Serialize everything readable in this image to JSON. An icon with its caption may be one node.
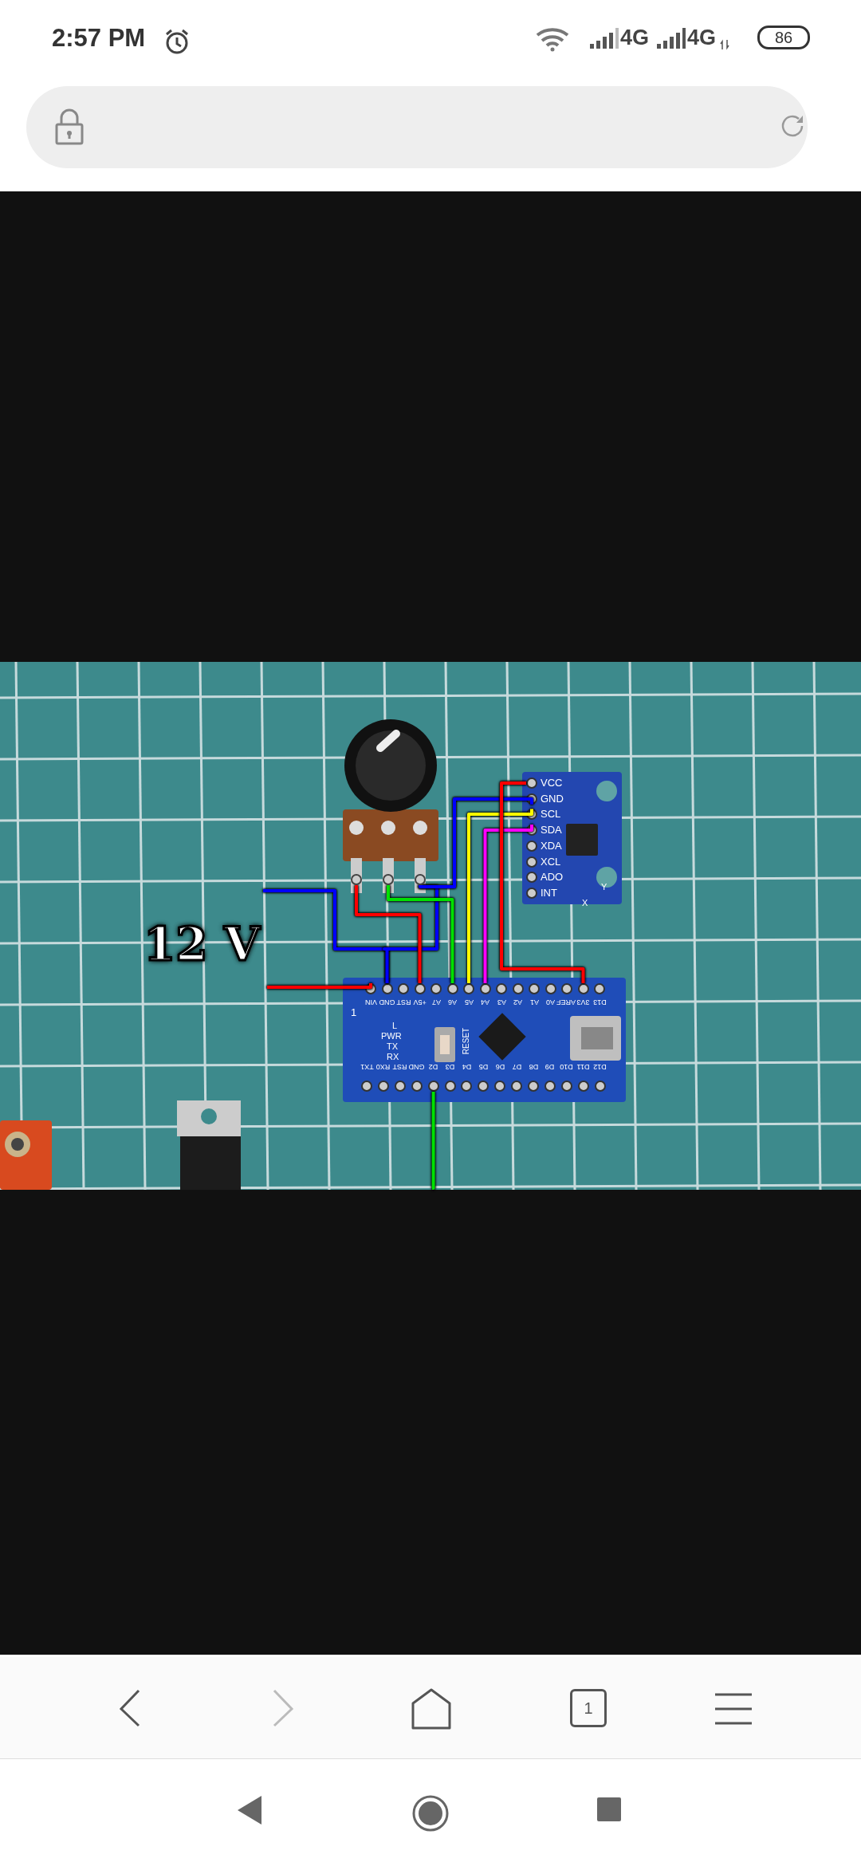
{
  "diagram": {
    "nodes": [
      {
        "text": [],
        "shape": "picture"
      },
      {
        "text": [],
        "shape": "circle"
      },
      {
        "text": [],
        "shape": "circle"
      },
      {
        "text": [],
        "shape": "circle"
      },
      {
        "text": [],
        "shape": "picture"
      },
      {
        "text": [
          "VCC"
        ],
        "in": 4
      },
      {
        "text": [
          "GND"
        ],
        "in": 4
      },
      {
        "text": [
          "SCL"
        ],
        "in": 4
      },
      {
        "text": [
          "SDA"
        ],
        "in": 4
      },
      {
        "text": [
          "XDA"
        ],
        "in": 4
      },
      {
        "text": [
          "XCL"
        ],
        "in": 4
      },
      {
        "text": [
          "ADO"
        ],
        "in": 4
      },
      {
        "text": [
          "INT"
        ],
        "in": 4
      },
      {
        "text": [],
        "shape": "picture"
      },
      {
        "text": [
          "VIN"
        ],
        "in": 13
      },
      {
        "text": [
          "GND"
        ],
        "in": 13
      },
      {
        "text": [
          "RST"
        ],
        "in": 13
      },
      {
        "text": [
          "+5V"
        ],
        "in": 13
      },
      {
        "text": [
          "A7"
        ],
        "in": 13
      },
      {
        "text": [
          "A6"
        ],
        "in": 13
      },
      {
        "text": [
          "A5"
        ],
        "in": 13
      },
      {
        "text": [
          "A4"
        ],
        "in": 13
      },
      {
        "text": [
          "A3"
        ],
        "in": 13
      },
      {
        "text": [
          "A2"
        ],
        "in": 13
      },
      {
        "text": [
          "A1"
        ],
        "in": 13
      },
      {
        "text": [
          "A0"
        ],
        "in": 13
      },
      {
        "text": [
          "AREF"
        ],
        "in": 13
      },
      {
        "text": [
          "3V3"
        ],
        "in": 13
      },
      {
        "text": [
          "D13"
        ],
        "in": 13
      },
      {
        "text": [
          "TX1"
        ],
        "in": 13
      },
      {
        "text": [
          "RX0"
        ],
        "in": 13
      },
      {
        "text": [
          "RST"
        ],
        "in": 13
      },
      {
        "text": [
          "GND"
        ],
        "in": 13
      },
      {
        "text": [
          "D2"
        ],
        "in": 13
      },
      {
        "text": [
          "D3"
        ],
        "in": 13
      },
      {
        "text": [
          "D4"
        ],
        "in": 13
      },
      {
        "text": [
          "D5"
        ],
        "in": 13
      },
      {
        "text": [
          "D6"
        ],
        "in": 13
      },
      {
        "text": [
          "D7"
        ],
        "in": 13
      },
      {
        "text": [
          "D8"
        ],
        "in": 13
      },
      {
        "text": [
          "D9"
        ],
        "in": 13
      },
      {
        "text": [
          "D10"
        ],
        "in": 13
      },
      {
        "text": [
          "D11"
        ],
        "in": 13
      },
      {
        "text": [
          "D12"
        ],
        "in": 13
      }
    ],
    "edges": [
      {
        "from": null,
        "to": 14,
        "arrow": "none",
        "color": "#ff0000"
      },
      {
        "from": null,
        "to": 15,
        "arrow": "none",
        "color": "#0000ff"
      },
      {
        "from": 3,
        "to": 15,
        "arrow": "none",
        "color": "#0000ff"
      },
      {
        "from": 3,
        "to": 6,
        "arrow": "none",
        "color": "#0000ff"
      },
      {
        "from": 1,
        "to": 17,
        "arrow": "none",
        "color": "#ff0000"
      },
      {
        "from": 2,
        "to": 19,
        "arrow": "none",
        "color": "#00e000"
      },
      {
        "from": 7,
        "to": 20,
        "arrow": "none",
        "color": "#ffff00"
      },
      {
        "from": 8,
        "to": 21,
        "arrow": "none",
        "color": "#ff00ff"
      },
      {
        "from": 5,
        "to": 27,
        "arrow": "none",
        "color": "#ff0000"
      },
      {
        "from": 33,
        "to": null,
        "arrow": "none",
        "color": "#00e000"
      }
    ],
    "labels": [
      "2:57 PM",
      "4G",
      "4G",
      "86",
      "12 V",
      "1",
      "L",
      "PWR",
      "TX",
      "RX",
      "RESET",
      "Y",
      "X",
      "1"
    ]
  }
}
